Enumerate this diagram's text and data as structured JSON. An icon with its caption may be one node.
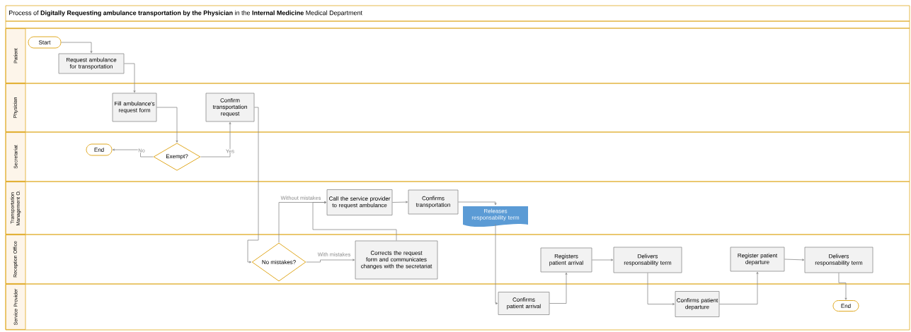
{
  "diagram": {
    "title": "Process of **Digitally Requesting ambulance transportation by the Physician** in the **Internal Medicine** Medical Department",
    "nodes": [
      {
        "text": [
          "Patient"
        ]
      },
      {
        "text": [
          "Physician"
        ]
      },
      {
        "text": [
          "Secretariat"
        ]
      },
      {
        "text": [
          "Transportation Management O."
        ]
      },
      {
        "text": [
          "Reception Office"
        ]
      },
      {
        "text": [
          "Service Provider"
        ]
      },
      {
        "text": [
          "Start"
        ],
        "in": 0
      },
      {
        "text": [
          "Request ambulance for transportation"
        ],
        "in": 0
      },
      {
        "text": [
          "Fill ambulance's request form"
        ],
        "in": 1
      },
      {
        "text": [
          "Confirm transportation request"
        ],
        "in": 1
      },
      {
        "text": [
          "End"
        ],
        "in": 2
      },
      {
        "text": [
          "Exempt?"
        ],
        "in": 2
      },
      {
        "text": [
          "Call the service provider to request ambulance"
        ],
        "in": 3
      },
      {
        "text": [
          "Confirms transportation"
        ],
        "in": 3
      },
      {
        "text": [
          "Releases responsability term"
        ],
        "in": 3
      },
      {
        "text": [
          "No mistakes?"
        ],
        "in": 4
      },
      {
        "text": [
          "Corrects the request form and communicates changes with the secretariat"
        ],
        "in": 4
      },
      {
        "text": [
          "Registers patient arrival"
        ],
        "in": 4
      },
      {
        "text": [
          "Delivers responsability term"
        ],
        "in": 4
      },
      {
        "text": [
          "Register patient departure"
        ],
        "in": 4
      },
      {
        "text": [
          "Delivers responsability term"
        ],
        "in": 4
      },
      {
        "text": [
          "Confirms patient arrival"
        ],
        "in": 5
      },
      {
        "text": [
          "Confirms patient departure"
        ],
        "in": 5
      },
      {
        "text": [
          "End"
        ],
        "in": 5
      }
    ],
    "edges": [
      {
        "from": 6,
        "to": 7,
        "arrow": "to"
      },
      {
        "from": 7,
        "to": 8,
        "arrow": "to"
      },
      {
        "from": 8,
        "to": 11,
        "arrow": "to"
      },
      {
        "from": 11,
        "to": 10,
        "arrow": "to",
        "label": "No"
      },
      {
        "from": 11,
        "to": 9,
        "arrow": "to",
        "label": "Yes"
      },
      {
        "from": 9,
        "to": 15,
        "arrow": "to"
      },
      {
        "from": 15,
        "to": 12,
        "arrow": "to",
        "label": "Without mistakes"
      },
      {
        "from": 15,
        "to": 16,
        "arrow": "to",
        "label": "With mistakes"
      },
      {
        "from": 16,
        "to": 12,
        "arrow": "to"
      },
      {
        "from": 12,
        "to": 13,
        "arrow": "to"
      },
      {
        "from": 13,
        "to": 14,
        "arrow": "to"
      },
      {
        "from": 14,
        "to": 21,
        "arrow": "to"
      },
      {
        "from": 21,
        "to": 17,
        "arrow": "to"
      },
      {
        "from": 17,
        "to": 18,
        "arrow": "to"
      },
      {
        "from": 18,
        "to": 22,
        "arrow": "to"
      },
      {
        "from": 22,
        "to": 19,
        "arrow": "to"
      },
      {
        "from": 19,
        "to": 20,
        "arrow": "to"
      },
      {
        "from": 20,
        "to": 23,
        "arrow": "to"
      }
    ]
  }
}
